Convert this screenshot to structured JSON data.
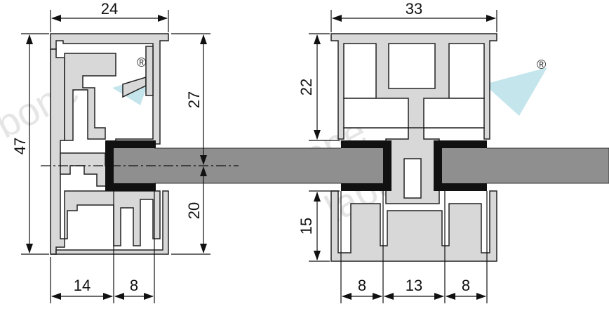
{
  "left_profile": {
    "dim_width": "24",
    "dim_height": "47",
    "dim_upper": "27",
    "dim_lower": "20",
    "dim_bottom_left": "14",
    "dim_bottom_right": "8"
  },
  "right_profile": {
    "dim_width": "33",
    "dim_upper": "22",
    "dim_lower": "15",
    "dim_bottom_left": "8",
    "dim_bottom_mid": "13",
    "dim_bottom_right": "8"
  },
  "watermark": {
    "text_a": "bone",
    "text_b": "lapu",
    "reg": "®"
  },
  "colors": {
    "profile_fill": "#d8d8d8",
    "profile_stroke": "#222222",
    "glass": "#8f8f8f",
    "gasket": "#111111",
    "watermark_mark": "#bfe3ea"
  }
}
